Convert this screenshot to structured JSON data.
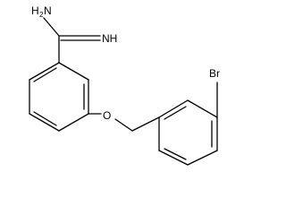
{
  "molecule": {
    "atoms": {
      "nh2": "H",
      "nh2_sub": "2",
      "nh2_n": "N",
      "nh": "NH",
      "o": "O",
      "br": "Br"
    }
  }
}
